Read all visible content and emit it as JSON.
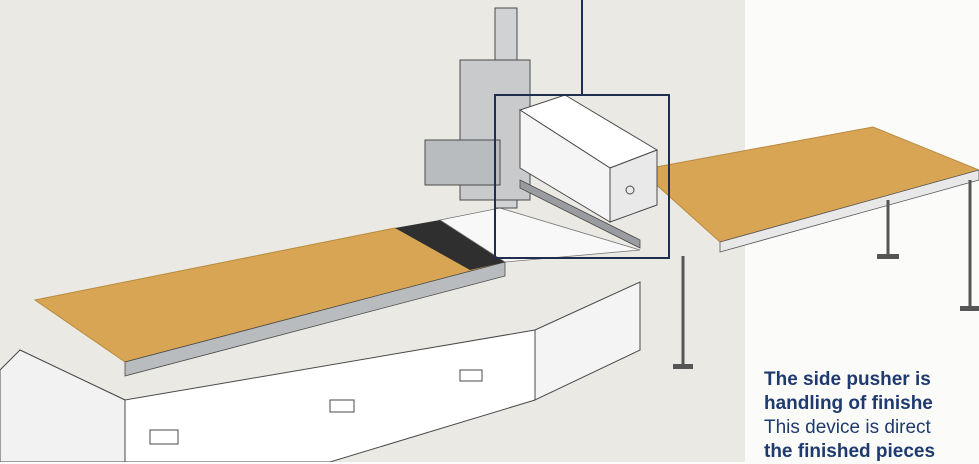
{
  "caption": {
    "line1": "The side pusher is",
    "line2": "handling of finishe",
    "line3": "This device is direct",
    "line4": "the finished pieces"
  },
  "colors": {
    "panel_bg": "#ebe9e4",
    "page_bg": "#fbfbfa",
    "wood": "#d7a554",
    "wood_edge": "#b98a3e",
    "frame_outline": "#1f2e4f",
    "caption_text": "#1f3a6e",
    "machine_white": "#ffffff",
    "machine_line": "#4a4a4a",
    "machine_grey": "#b9bcbf"
  }
}
